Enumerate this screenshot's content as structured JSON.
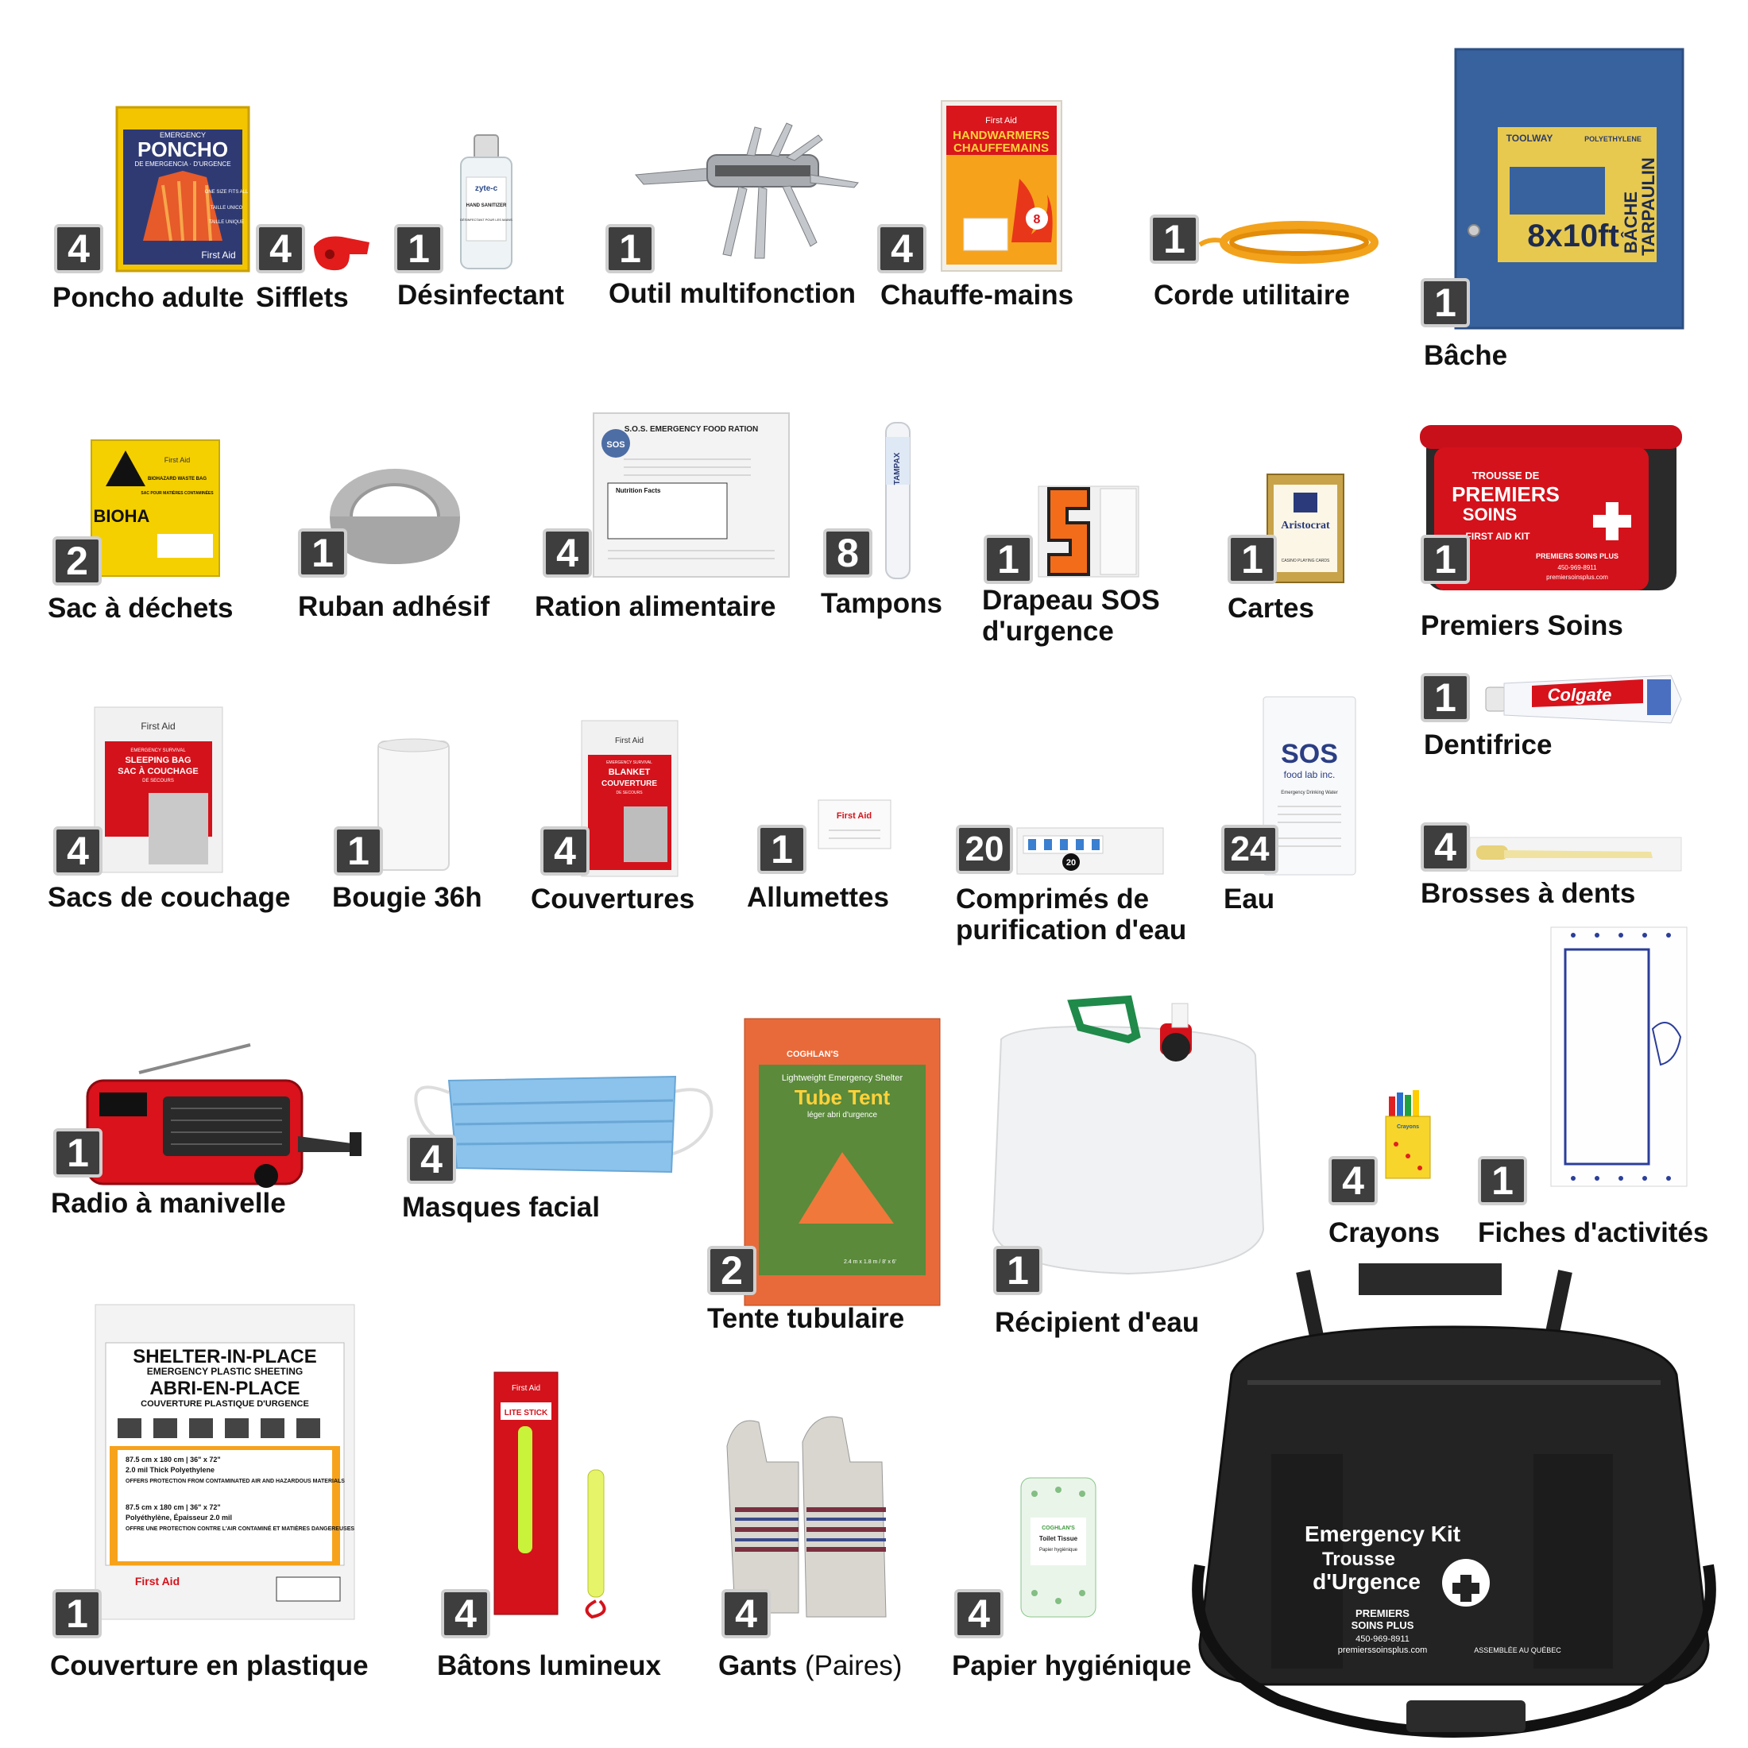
{
  "items": [
    {
      "id": "poncho",
      "qty": "4",
      "label": "Poncho adulte"
    },
    {
      "id": "whistle",
      "qty": "4",
      "label": "Sifflets"
    },
    {
      "id": "sanitizer",
      "qty": "1",
      "label": "Désinfectant"
    },
    {
      "id": "multitool",
      "qty": "1",
      "label": "Outil multifonction"
    },
    {
      "id": "handwarmers",
      "qty": "4",
      "label": "Chauffe-mains"
    },
    {
      "id": "rope",
      "qty": "1",
      "label": "Corde utilitaire"
    },
    {
      "id": "tarp",
      "qty": "1",
      "label": "Bâche"
    },
    {
      "id": "wastebag",
      "qty": "2",
      "label": "Sac à déchets"
    },
    {
      "id": "tape",
      "qty": "1",
      "label": "Ruban adhésif"
    },
    {
      "id": "foodration",
      "qty": "4",
      "label": "Ration alimentaire"
    },
    {
      "id": "tampons",
      "qty": "8",
      "label": "Tampons"
    },
    {
      "id": "sosflag",
      "qty": "1",
      "label_line1": "Drapeau SOS",
      "label_line2": "d'urgence"
    },
    {
      "id": "cards",
      "qty": "1",
      "label": "Cartes"
    },
    {
      "id": "firstaid",
      "qty": "1",
      "label": "Premiers Soins"
    },
    {
      "id": "toothpaste",
      "qty": "1",
      "label": "Dentifrice"
    },
    {
      "id": "sleepingbag",
      "qty": "4",
      "label": "Sacs de couchage"
    },
    {
      "id": "candle",
      "qty": "1",
      "label": "Bougie 36h"
    },
    {
      "id": "blankets",
      "qty": "4",
      "label": "Couvertures"
    },
    {
      "id": "matches",
      "qty": "1",
      "label": "Allumettes"
    },
    {
      "id": "purification",
      "qty": "20",
      "label_line1": "Comprimés de",
      "label_line2": "purification d'eau"
    },
    {
      "id": "water",
      "qty": "24",
      "label": "Eau"
    },
    {
      "id": "toothbrush",
      "qty": "4",
      "label": "Brosses à dents"
    },
    {
      "id": "radio",
      "qty": "1",
      "label": "Radio à manivelle"
    },
    {
      "id": "masks",
      "qty": "4",
      "label": "Masques facial"
    },
    {
      "id": "tubetent",
      "qty": "2",
      "label": "Tente tubulaire"
    },
    {
      "id": "watercontainer",
      "qty": "1",
      "label": "Récipient d'eau"
    },
    {
      "id": "crayons",
      "qty": "4",
      "label": "Crayons"
    },
    {
      "id": "activity",
      "qty": "1",
      "label": "Fiches d'activités"
    },
    {
      "id": "plasticsheet",
      "qty": "1",
      "label": "Couverture en plastique"
    },
    {
      "id": "glowsticks",
      "qty": "4",
      "label": "Bâtons lumineux"
    },
    {
      "id": "gloves",
      "qty": "4",
      "label": "Gants",
      "label_note": "(Paires)"
    },
    {
      "id": "toiletpaper",
      "qty": "4",
      "label": "Papier hygiénique"
    }
  ],
  "product_text": {
    "poncho": [
      "EMERGENCY",
      "PONCHO",
      "DE EMERGENCIA · D'URGENCE",
      "ONE SIZE FITS ALL",
      "TAILLE UNICO",
      "TAILLE UNIQUE",
      "First Aid"
    ],
    "sanitizer": [
      "zyte-c",
      "HAND SANITIZER",
      "DÉSINFECTANT POUR LES MAINS"
    ],
    "handwarmers": [
      "First Aid",
      "HANDWARMERS",
      "CHAUFFEMAINS",
      "8"
    ],
    "tarp": [
      "TOOLWAY",
      "POLYETHYLENE",
      "8x10ft",
      "BÂCHE",
      "TARPAULIN"
    ],
    "wastebag": [
      "First Aid",
      "BIOHAZARD WASTE BAG",
      "SAC POUR MATIÈRES CONTAMINÉES",
      "BIOHA"
    ],
    "foodration": [
      "S.O.S. EMERGENCY FOOD RATION",
      "SOS",
      "Nutrition Facts"
    ],
    "tampons": [
      "TAMPAX"
    ],
    "cards": [
      "Aristocrat",
      "CASINO PLAYING CARDS"
    ],
    "firstaid": [
      "TROUSSE DE",
      "PREMIERS",
      "SOINS",
      "FIRST AID KIT",
      "PREMIERS SOINS PLUS",
      "450-969-8911",
      "premiersoinsplus.com"
    ],
    "toothpaste": [
      "Colgate"
    ],
    "sleepingbag": [
      "First Aid",
      "EMERGENCY SURVIVAL",
      "SLEEPING BAG",
      "SAC À COUCHAGE",
      "DE SECOURS"
    ],
    "blankets": [
      "First Aid",
      "EMERGENCY SURVIVAL",
      "BLANKET",
      "COUVERTURE",
      "DE SECOURS"
    ],
    "matches": [
      "First Aid"
    ],
    "purification": [
      "20"
    ],
    "water": [
      "SOS",
      "food lab inc.",
      "Emergency Drinking Water"
    ],
    "tubetent": [
      "COGHLAN'S",
      "Lightweight Emergency Shelter",
      "Tube Tent",
      "léger abri d'urgence",
      "2.4 m x 1.8 m / 8' x 6'"
    ],
    "crayons": [
      "Crayons"
    ],
    "plasticsheet": [
      "SHELTER-IN-PLACE",
      "EMERGENCY PLASTIC SHEETING",
      "ABRI-EN-PLACE",
      "COUVERTURE PLASTIQUE D'URGENCE",
      "87.5 cm x 180 cm | 36\" x 72\"",
      "2.0 mil Thick Polyethylene",
      "OFFERS PROTECTION FROM CONTAMINATED AIR AND HAZARDOUS MATERIALS",
      "87.5 cm x 180 cm | 36\" x 72\"",
      "Polyéthylène, Épaisseur 2.0 mil",
      "OFFRE UNE PROTECTION CONTRE L'AIR CONTAMINÉ ET MATIÈRES DANGEREUSES",
      "First Aid"
    ],
    "glowsticks": [
      "First Aid",
      "LITE STICK"
    ],
    "toiletpaper": [
      "COGHLAN'S",
      "Toilet Tissue",
      "Papier hygiénique"
    ],
    "bag": [
      "Emergency Kit",
      "Trousse",
      "d'Urgence",
      "PREMIERS",
      "SOINS PLUS",
      "450-969-8911",
      "premierssoinsplus.com",
      "ASSEMBLÉE AU QUÉBEC"
    ]
  },
  "colors": {
    "badge_bg": "#3e3e3e",
    "badge_border": "#cfcfcf",
    "label": "#111111",
    "red": "#d4121b",
    "yellow": "#f2c500",
    "blue": "#37629e",
    "orange": "#f26c1a"
  }
}
